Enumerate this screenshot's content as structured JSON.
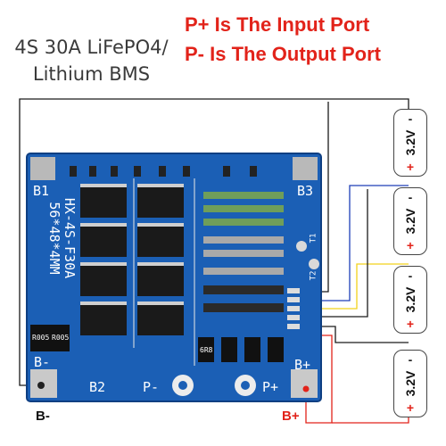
{
  "title": {
    "line1": "4S 30A LiFePO4/",
    "line2": "Lithium BMS"
  },
  "ports": {
    "line1": "P+ Is The Input Port",
    "line2": "P-  Is The Output Port"
  },
  "terminals": {
    "b_minus": "B-",
    "b_plus": "B+"
  },
  "cells": [
    {
      "voltage": "3.2V",
      "neg": "-",
      "pos": "+"
    },
    {
      "voltage": "3.2V",
      "neg": "-",
      "pos": "+"
    },
    {
      "voltage": "3.2V",
      "neg": "-",
      "pos": "+"
    },
    {
      "voltage": "3.2V",
      "neg": "-",
      "pos": "+"
    }
  ],
  "board": {
    "model_text": "HX-4S-F30A",
    "size_text": "56*48*4MM",
    "pad_b1": "B1",
    "pad_b3": "B3",
    "pad_b2": "B2",
    "pad_b_minus": "B-",
    "pad_p_minus": "P-",
    "pad_p_plus": "P+",
    "pad_b_plus": "B+",
    "t1": "T1",
    "t2": "T2",
    "res1": "R005",
    "res2": "R005",
    "res3": "6R8",
    "wire_colors": {
      "black": "#1a1a1a",
      "blue": "#1e3fb8",
      "yellow": "#f2d21b",
      "red": "#e2231a"
    }
  }
}
